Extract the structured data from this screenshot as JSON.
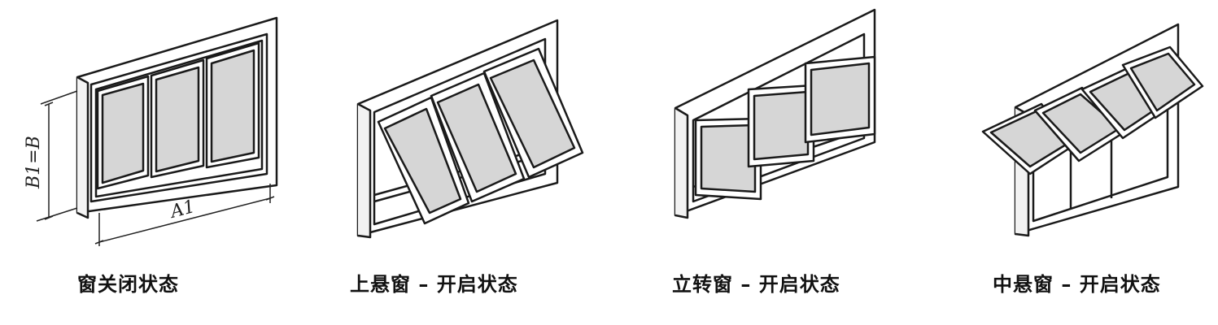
{
  "figures": [
    {
      "caption": "窗关闭状态"
    },
    {
      "caption": "上悬窗 – 开启状态"
    },
    {
      "caption": "立转窗 – 开启状态"
    },
    {
      "caption": "中悬窗 – 开启状态"
    }
  ],
  "dimensions": {
    "height_label": "B1=B",
    "width_label": "A1"
  },
  "colors": {
    "line": "#1a1a1a",
    "glass": "#d6d6d6",
    "frame": "#ffffff"
  }
}
